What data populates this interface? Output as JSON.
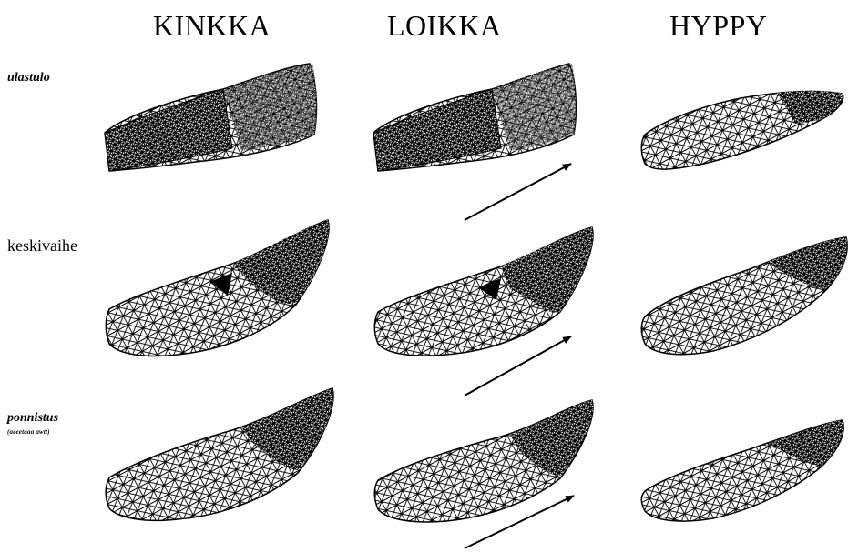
{
  "columns": [
    "KINKKA",
    "LOIKKA",
    "HYPPY"
  ],
  "rows": [
    {
      "label": "ulastulo",
      "style": "bold"
    },
    {
      "label": "keskivaihe",
      "style": "normal"
    },
    {
      "label": "ponnistus",
      "style": "bold",
      "sublabel": "(aeeetaaa awtt)"
    }
  ],
  "colors": {
    "ink": "#000000",
    "background": "#ffffff"
  }
}
